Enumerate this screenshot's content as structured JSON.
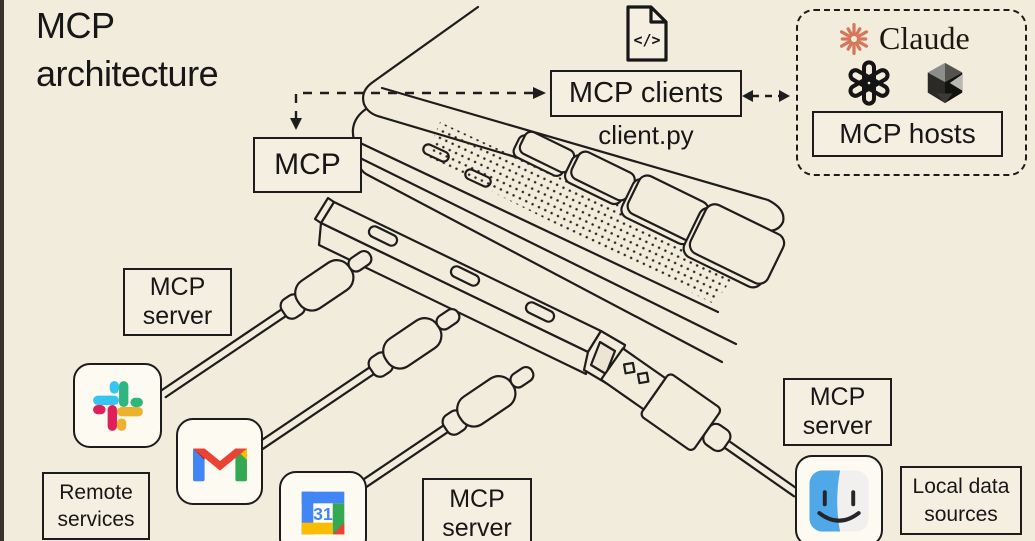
{
  "colors": {
    "background": "#f2ecdd",
    "ink": "#1c1c1c",
    "box_fill": "#f5efe2",
    "tile_fill": "#fdfaf1",
    "claude_accent": "#d4775a",
    "slack": {
      "blue": "#36C5F0",
      "green": "#2EB67D",
      "yellow": "#ECB22E",
      "red": "#E01E5A"
    },
    "google": {
      "blue": "#4285F4",
      "green": "#34A853",
      "yellow": "#FBBC04",
      "red": "#EA4335",
      "dark_red": "#C5221F"
    },
    "finder_blue": "#4FA8E8"
  },
  "title": {
    "lines": [
      "MCP",
      "architecture"
    ]
  },
  "diagram": {
    "mcp_label": "MCP",
    "clients_label": "MCP clients",
    "client_file": "client.py",
    "hosts_label": "MCP hosts",
    "claude_wordmark": "Claude",
    "servers": [
      {
        "lines": [
          "MCP",
          "server"
        ]
      },
      {
        "lines": [
          "MCP",
          "server"
        ]
      },
      {
        "lines": [
          "MCP",
          "server"
        ]
      }
    ],
    "remote_label_lines": [
      "Remote",
      "services"
    ],
    "local_label_lines": [
      "Local data",
      "sources"
    ],
    "calendar_day": "31",
    "code_glyph": "</>"
  },
  "icons": {
    "code_file": "code-file-icon",
    "claude_logo": "claude-starburst-logo",
    "openai_logo": "openai-logo",
    "cube_logo": "dark-cube-logo",
    "slack": "slack-icon",
    "gmail": "gmail-icon",
    "calendar": "google-calendar-icon",
    "finder": "macos-finder-icon"
  }
}
